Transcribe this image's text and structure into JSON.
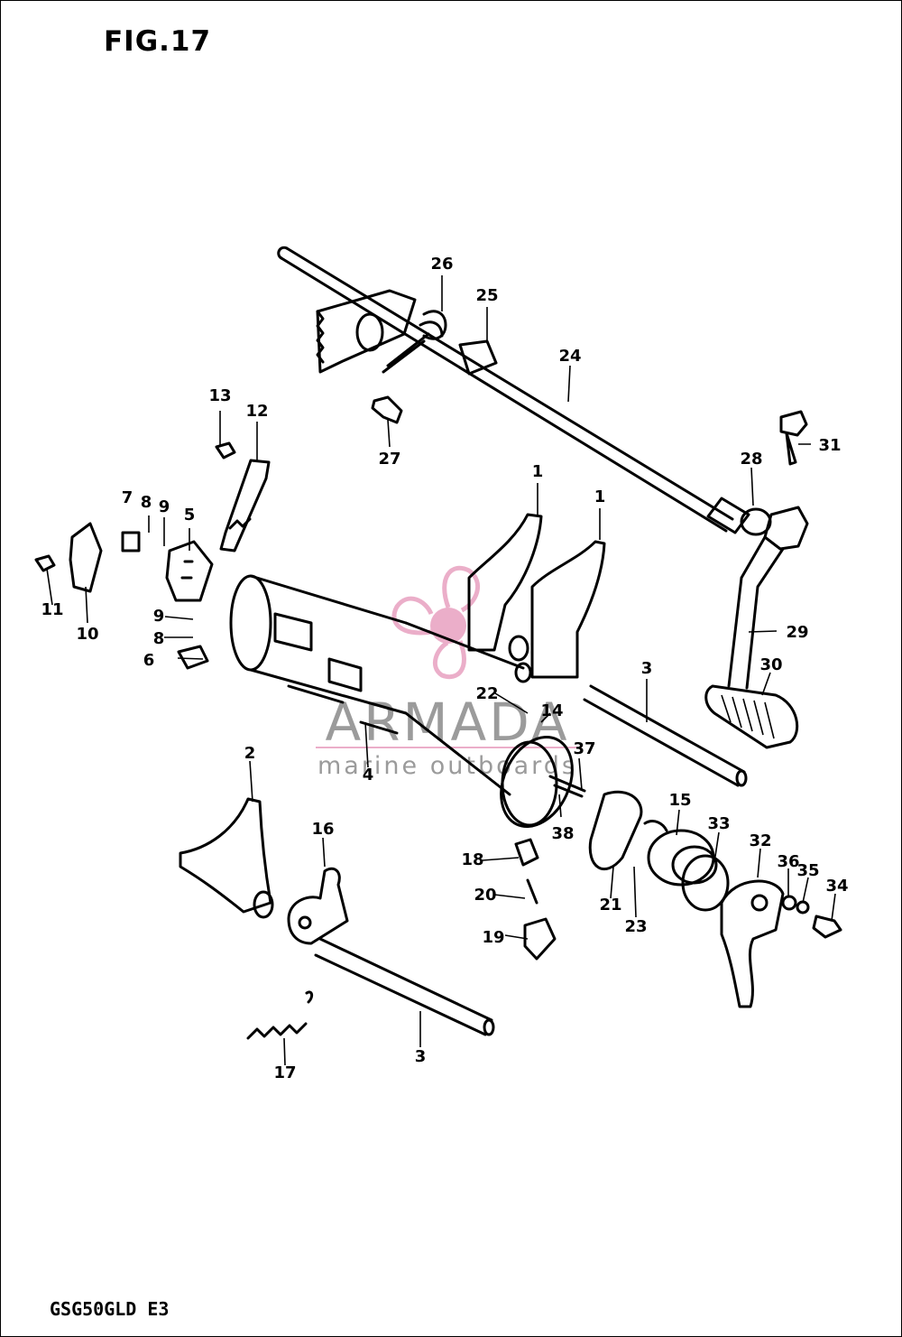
{
  "figure": {
    "title": "FIG.17",
    "model_code": "GSG50GLD E3"
  },
  "watermark": {
    "brand": "ARMADA",
    "tagline": "marine outboards",
    "accent_color": "#e8a1c0",
    "text_color": "#8a8a8a"
  },
  "callouts": [
    "1",
    "1",
    "2",
    "3",
    "3",
    "4",
    "5",
    "6",
    "7",
    "8",
    "8",
    "9",
    "9",
    "10",
    "11",
    "12",
    "13",
    "14",
    "15",
    "16",
    "17",
    "18",
    "19",
    "20",
    "21",
    "22",
    "23",
    "24",
    "25",
    "26",
    "27",
    "28",
    "29",
    "30",
    "31",
    "32",
    "33",
    "34",
    "35",
    "36",
    "37",
    "38"
  ]
}
